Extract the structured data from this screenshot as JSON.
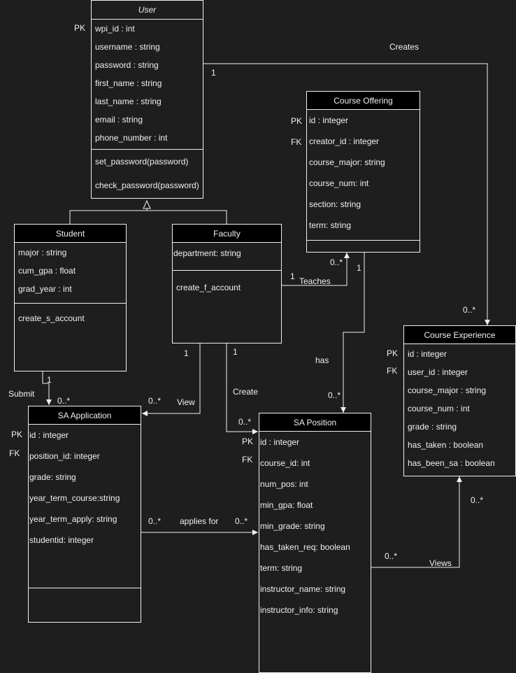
{
  "user": {
    "title": "User",
    "attributes": [
      "wpi_id : int",
      "username : string",
      "password : string",
      "first_name : string",
      "last_name : string",
      "email : string",
      "phone_number : int"
    ],
    "methods": [
      "set_password(password)",
      "check_password(password)"
    ],
    "keys": {
      "pk": "PK"
    }
  },
  "student": {
    "title": "Student",
    "attributes": [
      "major : string",
      "cum_gpa : float",
      "grad_year : int"
    ],
    "methods": [
      "create_s_account"
    ]
  },
  "faculty": {
    "title": "Faculty",
    "attributes": [
      "department: string"
    ],
    "methods": [
      "create_f_account"
    ]
  },
  "course_offering": {
    "title": "Course Offering",
    "attributes": [
      "id : integer",
      "creator_id : integer",
      "course_major: string",
      "course_num: int",
      "section: string",
      "term: string"
    ],
    "keys": {
      "pk": "PK",
      "fk": "FK"
    }
  },
  "course_experience": {
    "title": "Course Experience",
    "attributes": [
      "id : integer",
      "user_id : integer",
      "course_major : string",
      "course_num : int",
      "grade : string",
      "has_taken : boolean",
      "has_been_sa : boolean"
    ],
    "keys": {
      "pk": "PK",
      "fk": "FK"
    }
  },
  "sa_application": {
    "title": "SA Application",
    "attributes": [
      "id : integer",
      "position_id: integer",
      "grade: string",
      "year_term_course:string",
      "year_term_apply: string",
      "studentid: integer"
    ],
    "keys": {
      "pk": "PK",
      "fk": "FK"
    }
  },
  "sa_position": {
    "title": "SA Position",
    "attributes": [
      "id : integer",
      "course_id: int",
      "num_pos: int",
      "min_gpa: float",
      "min_grade: string",
      "has_taken_req: boolean",
      "term: string",
      "instructor_name: string",
      "instructor_info: string"
    ],
    "keys": {
      "pk": "PK",
      "fk": "FK"
    }
  },
  "relations": {
    "creates": {
      "label": "Creates",
      "m1": "1",
      "m2": "0..*"
    },
    "teaches": {
      "label": "Teaches",
      "m1": "1",
      "m2": "0..*"
    },
    "has": {
      "label": "has",
      "m1": "1",
      "m2": "0..*"
    },
    "submit": {
      "label": "Submit",
      "m1": "1",
      "m2": "0..*"
    },
    "view": {
      "label": "View",
      "m1": "1",
      "m2": "0..*"
    },
    "create": {
      "label": "Create",
      "m1": "1",
      "m2": "0..*"
    },
    "applies_for": {
      "label": "applies for",
      "m1": "0..*",
      "m2": "0..*"
    },
    "views": {
      "label": "Views",
      "m1": "0..*",
      "m2": "0..*"
    }
  }
}
